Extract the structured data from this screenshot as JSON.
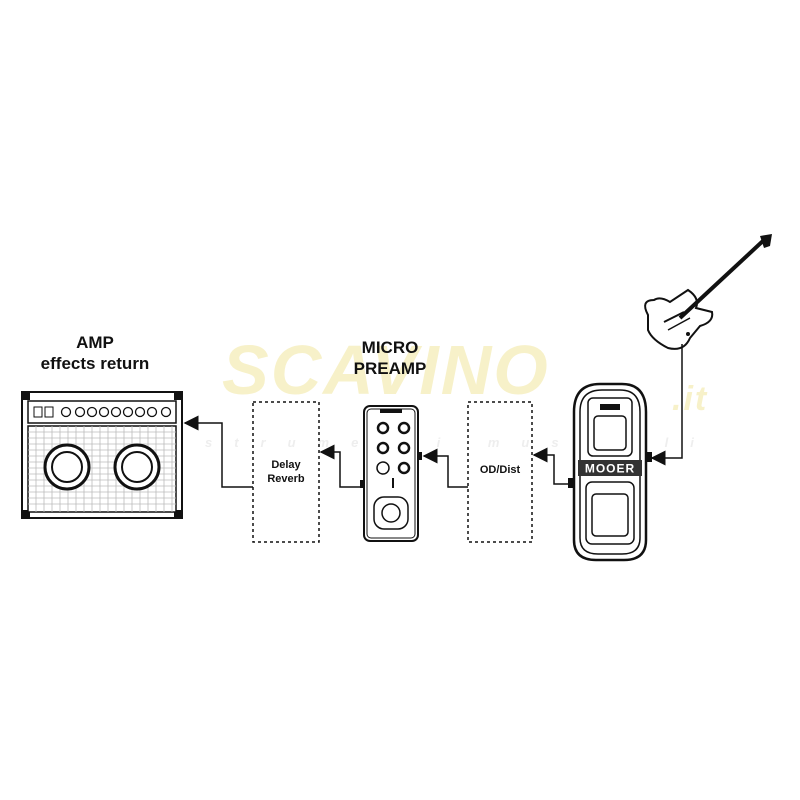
{
  "watermark": {
    "text": "SCAVINO",
    "suffix": ".it",
    "tagline": "strumenti musicali"
  },
  "amp": {
    "title_line1": "AMP",
    "title_line2": "effects return"
  },
  "preamp": {
    "title_line1": "MICRO",
    "title_line2": "PREAMP"
  },
  "effects_boxes": {
    "left": {
      "line1": "Delay",
      "line2": "Reverb"
    },
    "right": {
      "label": "OD/Dist"
    }
  },
  "pedal": {
    "brand": "MOOER"
  },
  "colors": {
    "line": "#111111",
    "background": "#ffffff",
    "watermark": "#f7f1c9"
  }
}
